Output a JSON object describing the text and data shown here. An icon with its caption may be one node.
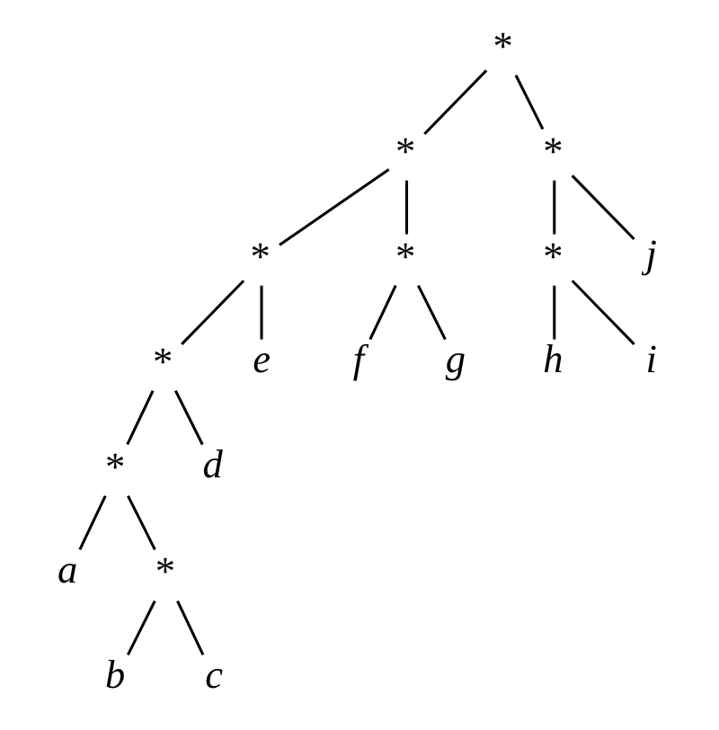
{
  "diagram": {
    "nodes": [
      {
        "text": [
          "*"
        ]
      },
      {
        "text": [
          "*"
        ]
      },
      {
        "text": [
          "*"
        ]
      },
      {
        "text": [
          "*"
        ]
      },
      {
        "text": [
          "*"
        ]
      },
      {
        "text": [
          "*"
        ]
      },
      {
        "text": [
          "j"
        ]
      },
      {
        "text": [
          "*"
        ]
      },
      {
        "text": [
          "e"
        ]
      },
      {
        "text": [
          "f"
        ]
      },
      {
        "text": [
          "g"
        ]
      },
      {
        "text": [
          "h"
        ]
      },
      {
        "text": [
          "i"
        ]
      },
      {
        "text": [
          "*"
        ]
      },
      {
        "text": [
          "d"
        ]
      },
      {
        "text": [
          "a"
        ]
      },
      {
        "text": [
          "*"
        ]
      },
      {
        "text": [
          "b"
        ]
      },
      {
        "text": [
          "c"
        ]
      }
    ],
    "edges": [
      {
        "from": 0,
        "to": 1,
        "arrow": "none"
      },
      {
        "from": 0,
        "to": 2,
        "arrow": "none"
      },
      {
        "from": 1,
        "to": 3,
        "arrow": "none"
      },
      {
        "from": 1,
        "to": 4,
        "arrow": "none"
      },
      {
        "from": 2,
        "to": 5,
        "arrow": "none"
      },
      {
        "from": 2,
        "to": 6,
        "arrow": "none"
      },
      {
        "from": 3,
        "to": 7,
        "arrow": "none"
      },
      {
        "from": 3,
        "to": 8,
        "arrow": "none"
      },
      {
        "from": 4,
        "to": 9,
        "arrow": "none"
      },
      {
        "from": 4,
        "to": 10,
        "arrow": "none"
      },
      {
        "from": 5,
        "to": 11,
        "arrow": "none"
      },
      {
        "from": 5,
        "to": 12,
        "arrow": "none"
      },
      {
        "from": 7,
        "to": 13,
        "arrow": "none"
      },
      {
        "from": 7,
        "to": 14,
        "arrow": "none"
      },
      {
        "from": 13,
        "to": 15,
        "arrow": "none"
      },
      {
        "from": 13,
        "to": 16,
        "arrow": "none"
      },
      {
        "from": 16,
        "to": 17,
        "arrow": "none"
      },
      {
        "from": 16,
        "to": 18,
        "arrow": "none"
      }
    ]
  }
}
